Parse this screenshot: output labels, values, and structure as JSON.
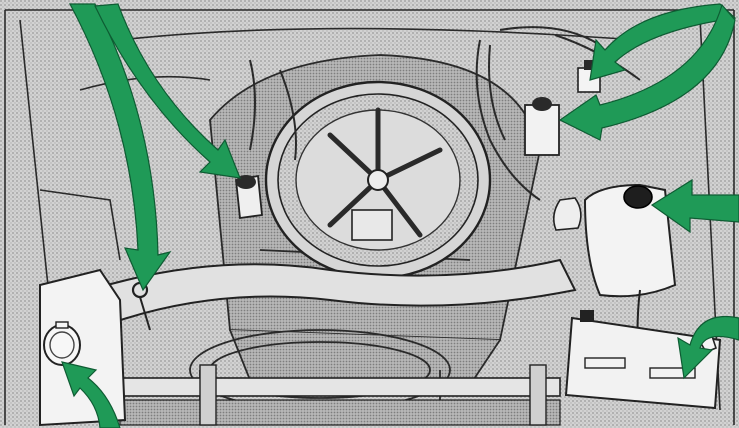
{
  "image": {
    "subject": "engine-bay-line-drawing",
    "colors": {
      "background": "#c9c9c9",
      "line": "#2a2a2a",
      "arrow": "#1f9a57",
      "highlight": "#f4f4f4"
    },
    "icons": [
      "air-cleaner",
      "coolant-reservoir",
      "battery",
      "washer-reservoir",
      "brake-fluid-reservoir",
      "dipstick"
    ]
  }
}
